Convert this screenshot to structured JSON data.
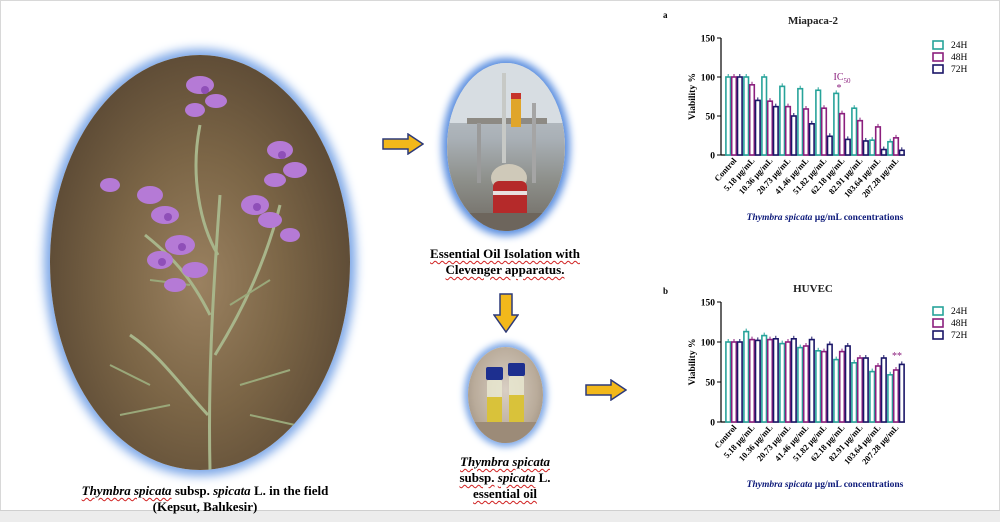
{
  "captions": {
    "plant_line1_a": "Thymbra spicata",
    "plant_line1_b": "subsp.",
    "plant_line1_c": "spicata",
    "plant_line1_d": "L. in the field",
    "plant_line2": "(Kepsut, Balıkesir)",
    "clevenger_line1": "Essential Oil Isolation with",
    "clevenger_line2": "Clevenger apparatus.",
    "oil_line1": "Thymbra spicata",
    "oil_line2_a": "subsp.",
    "oil_line2_b": "spicata",
    "oil_line2_c": "L.",
    "oil_line3": "essential oil"
  },
  "colors": {
    "arrow_fill": "#f2b81b",
    "arrow_stroke": "#2d3a7a",
    "h24": "#27a39a",
    "h48": "#8b1f7d",
    "h72": "#1b1668"
  },
  "chart_data": [
    {
      "type": "bar",
      "panel": "a",
      "title": "Miapaca-2",
      "ylabel": "Viability %",
      "xlabel_italic": "Thymbra spicata",
      "xlabel_rest": "µg/mL concentrations",
      "ylim": [
        0,
        150
      ],
      "yticks": [
        0,
        50,
        100,
        150
      ],
      "categories": [
        "Control",
        "5.18 µg/mL",
        "10.36 µg/mL",
        "20.73 µg/mL",
        "41.46 µg/mL",
        "51.82 µg/mL",
        "62.18 µg/mL",
        "82.91 µg/mL",
        "103.64 µg/mL",
        "207.28 µg/mL"
      ],
      "series": [
        {
          "name": "24H",
          "values": [
            100,
            100,
            100,
            88,
            85,
            83,
            79,
            60,
            19,
            17
          ]
        },
        {
          "name": "48H",
          "values": [
            100,
            90,
            69,
            62,
            59,
            60,
            53,
            44,
            36,
            22
          ]
        },
        {
          "name": "72H",
          "values": [
            100,
            70,
            62,
            50,
            40,
            24,
            20,
            18,
            7,
            6
          ]
        }
      ],
      "annotation": {
        "label": "IC",
        "sub": "50",
        "star": "*"
      }
    },
    {
      "type": "bar",
      "panel": "b",
      "title": "HUVEC",
      "ylabel": "Viability %",
      "xlabel_italic": "Thymbra spicata",
      "xlabel_rest": "µg/mL concentrations",
      "ylim": [
        0,
        150
      ],
      "yticks": [
        0,
        50,
        100,
        150
      ],
      "categories": [
        "Control",
        "5.18 µg/mL",
        "10.36 µg/mL",
        "20.73 µg/mL",
        "41.46 µg/mL",
        "51.82 µg/mL",
        "62.18 µg/mL",
        "82.91 µg/mL",
        "103.64 µg/mL",
        "207.28 µg/mL"
      ],
      "series": [
        {
          "name": "24H",
          "values": [
            100,
            113,
            108,
            98,
            93,
            89,
            78,
            74,
            63,
            59
          ]
        },
        {
          "name": "48H",
          "values": [
            100,
            103,
            103,
            100,
            95,
            88,
            88,
            80,
            70,
            65
          ]
        },
        {
          "name": "72H",
          "values": [
            100,
            102,
            104,
            104,
            103,
            97,
            95,
            80,
            80,
            72
          ]
        }
      ],
      "annotation": {
        "star": "**"
      }
    }
  ]
}
